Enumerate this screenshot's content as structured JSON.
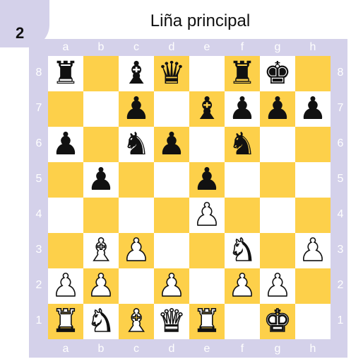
{
  "badge": "2",
  "title": "Liña principal",
  "files": [
    "a",
    "b",
    "c",
    "d",
    "e",
    "f",
    "g",
    "h"
  ],
  "ranks": [
    "8",
    "7",
    "6",
    "5",
    "4",
    "3",
    "2",
    "1"
  ],
  "colors": {
    "light": "#ffffff",
    "dark": "#fdd04a",
    "frame": "#d4d1ea"
  },
  "position": [
    [
      "bR",
      "",
      "bB",
      "bQ",
      "",
      "bR",
      "bK",
      ""
    ],
    [
      "",
      "",
      "bP",
      "",
      "bB",
      "bP",
      "bP",
      "bP"
    ],
    [
      "bP",
      "",
      "bN",
      "bP",
      "",
      "bN",
      "",
      ""
    ],
    [
      "",
      "bP",
      "",
      "",
      "bP",
      "",
      "",
      ""
    ],
    [
      "",
      "",
      "",
      "",
      "wP",
      "",
      "",
      ""
    ],
    [
      "",
      "wB",
      "wP",
      "",
      "",
      "wN",
      "",
      "wP"
    ],
    [
      "wP",
      "wP",
      "",
      "wP",
      "",
      "wP",
      "wP",
      ""
    ],
    [
      "wR",
      "wN",
      "wB",
      "wQ",
      "wR",
      "",
      "wK",
      ""
    ]
  ]
}
